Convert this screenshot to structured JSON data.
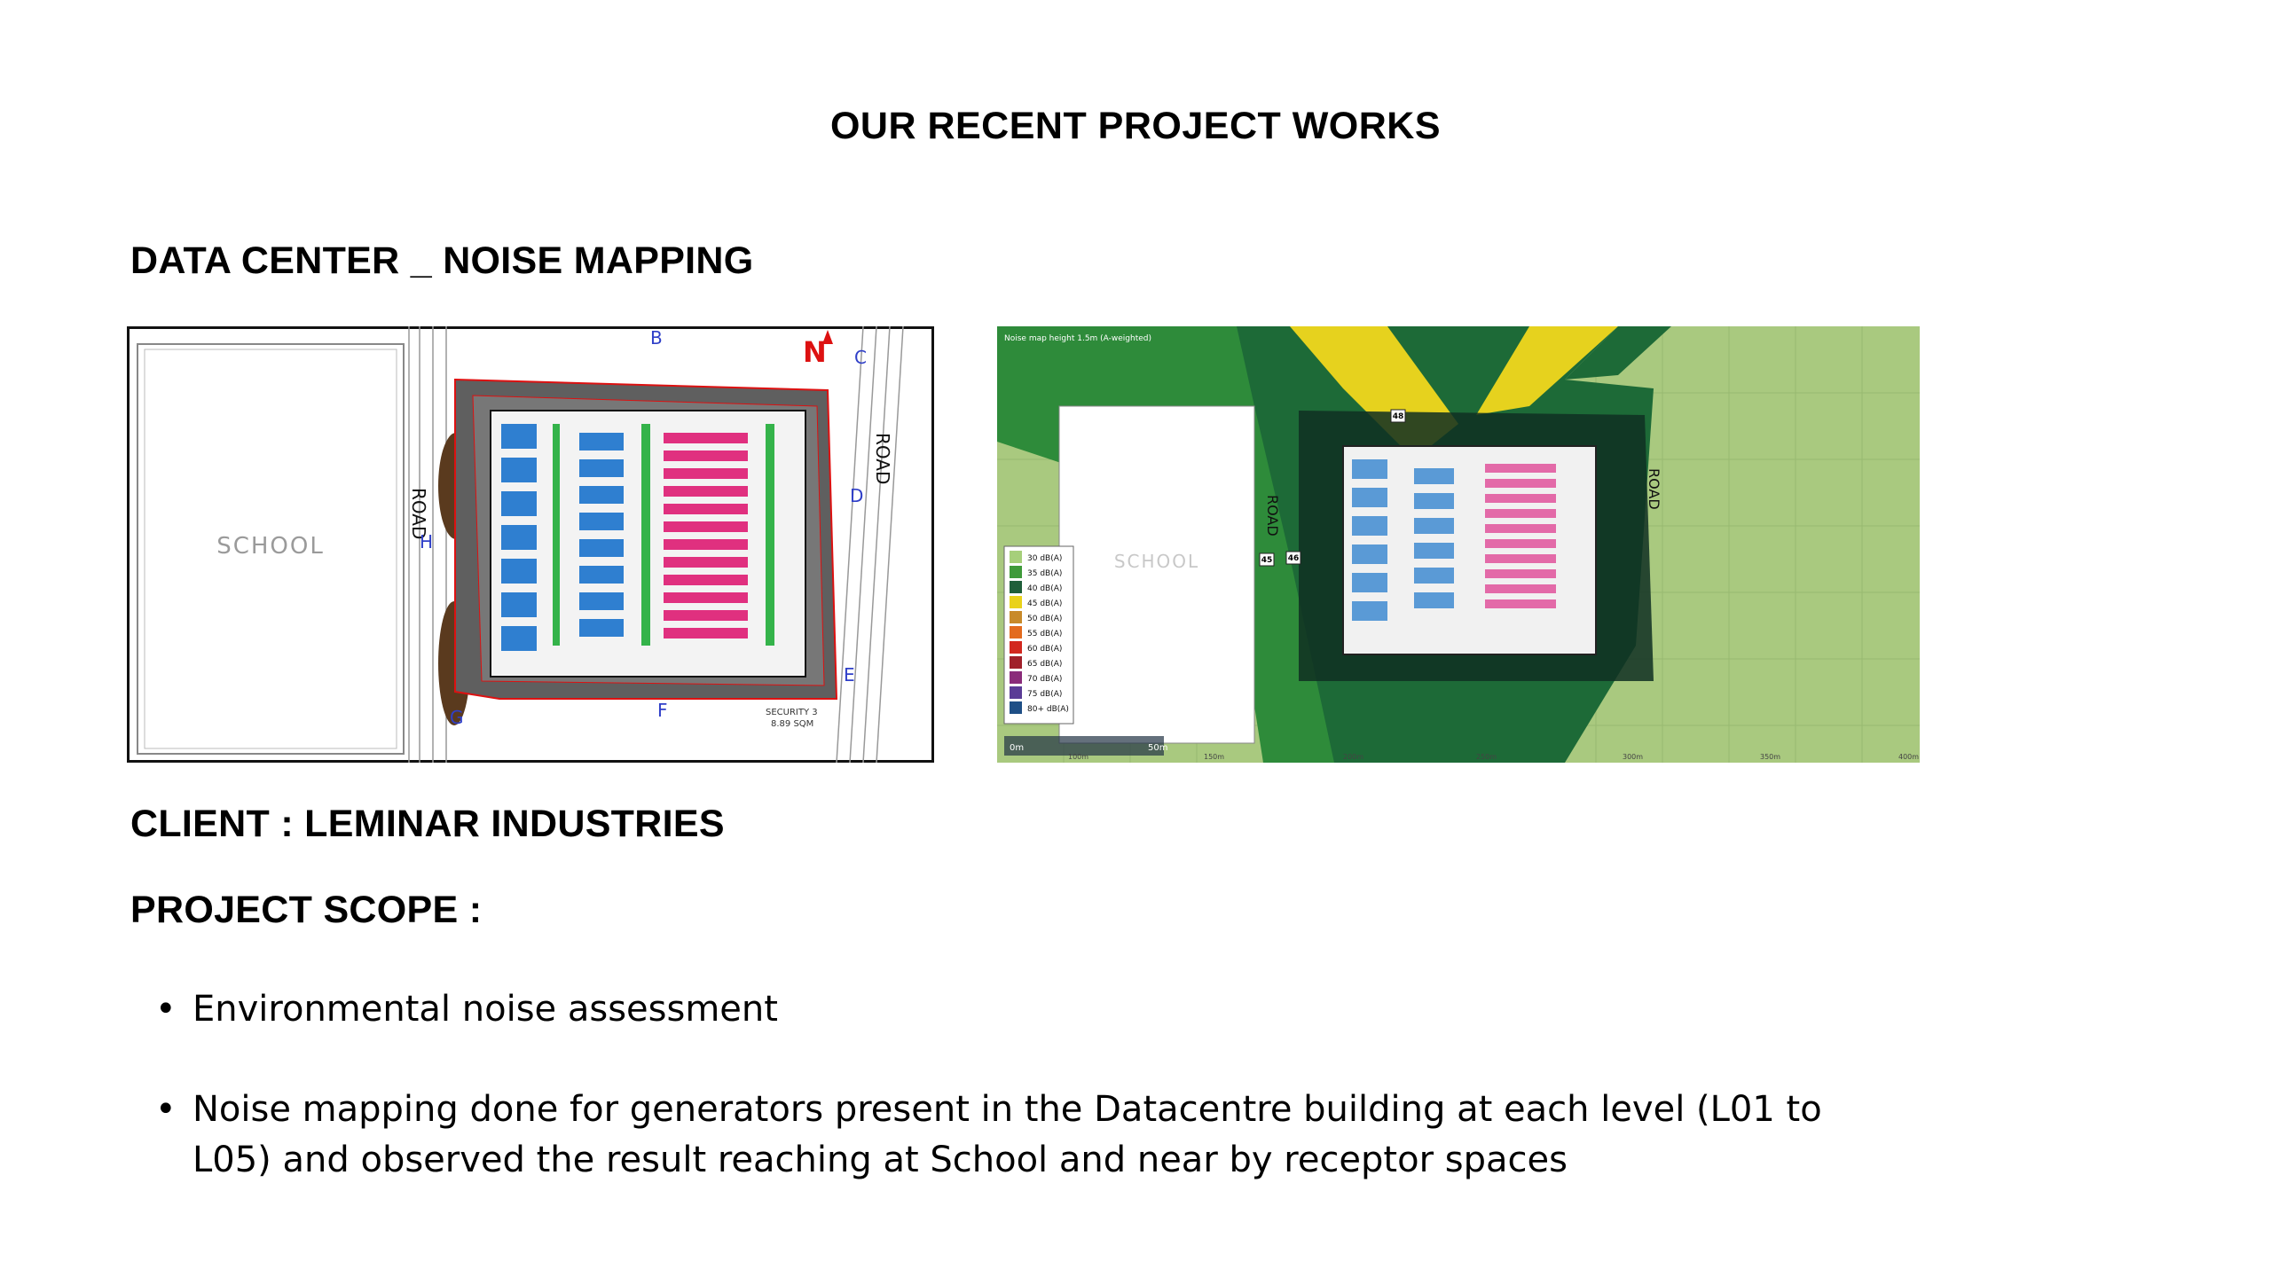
{
  "slide": {
    "title": "OUR RECENT PROJECT WORKS",
    "project_heading": "DATA CENTER _ NOISE MAPPING",
    "client": "CLIENT : LEMINAR INDUSTRIES",
    "scope_heading": "PROJECT SCOPE :",
    "scope_items": [
      "Environmental noise assessment",
      "Noise mapping done for generators present in the Datacentre building at each level (L01 to L05) and observed the result reaching at School and near by receptor spaces"
    ]
  },
  "site_plan": {
    "school_label": "SCHOOL",
    "road_left": "ROAD",
    "road_right": "ROAD",
    "points": [
      "B",
      "C",
      "D",
      "E",
      "F",
      "G",
      "H"
    ],
    "security_label": "SECURITY 3",
    "security_area": "8.89 SQM",
    "north_label": "N"
  },
  "noise_map": {
    "header": "Noise map height 1.5m (A-weighted)",
    "school_label": "SCHOOL",
    "road_left": "ROAD",
    "road_right": "ROAD",
    "receptors": [
      "48",
      "45",
      "46"
    ],
    "legend": [
      {
        "label": "30 dB(A)",
        "color": "#a6cf7a"
      },
      {
        "label": "35 dB(A)",
        "color": "#3f9a3a"
      },
      {
        "label": "40 dB(A)",
        "color": "#1f5f3a"
      },
      {
        "label": "45 dB(A)",
        "color": "#e9d21a"
      },
      {
        "label": "50 dB(A)",
        "color": "#c88a2a"
      },
      {
        "label": "55 dB(A)",
        "color": "#e36b1e"
      },
      {
        "label": "60 dB(A)",
        "color": "#d2281f"
      },
      {
        "label": "65 dB(A)",
        "color": "#a0202a"
      },
      {
        "label": "70 dB(A)",
        "color": "#8a2c7a"
      },
      {
        "label": "75 dB(A)",
        "color": "#5b3c96"
      },
      {
        "label": "80+ dB(A)",
        "color": "#1f4f86"
      }
    ],
    "scale_start": "0m",
    "scale_end": "50m",
    "axis_ticks": [
      "100m",
      "150m",
      "200m",
      "250m",
      "300m",
      "350m",
      "400m"
    ]
  }
}
